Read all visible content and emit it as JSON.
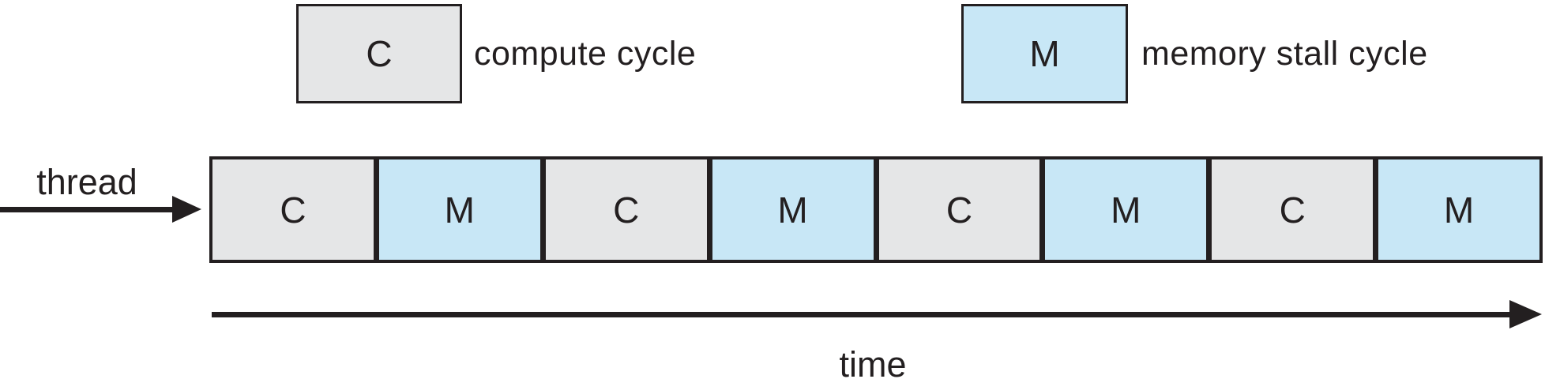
{
  "colors": {
    "compute_fill": "#e5e6e7",
    "memory_stall_fill": "#c8e7f6",
    "line": "#231f20",
    "background": "#ffffff"
  },
  "legend": {
    "items": [
      {
        "symbol": "C",
        "label": "compute cycle",
        "fill": "#e5e6e7",
        "css_class": "legend-box compute"
      },
      {
        "symbol": "M",
        "label": "memory stall cycle",
        "fill": "#c8e7f6",
        "css_class": "legend-box memory"
      }
    ]
  },
  "thread": {
    "label": "thread"
  },
  "timeline": {
    "cells": [
      {
        "symbol": "C",
        "css_class": "cell compute"
      },
      {
        "symbol": "M",
        "css_class": "cell memory"
      },
      {
        "symbol": "C",
        "css_class": "cell compute"
      },
      {
        "symbol": "M",
        "css_class": "cell memory"
      },
      {
        "symbol": "C",
        "css_class": "cell compute"
      },
      {
        "symbol": "M",
        "css_class": "cell memory"
      },
      {
        "symbol": "C",
        "css_class": "cell compute"
      },
      {
        "symbol": "M",
        "css_class": "cell memory"
      }
    ]
  },
  "time": {
    "label": "time"
  }
}
